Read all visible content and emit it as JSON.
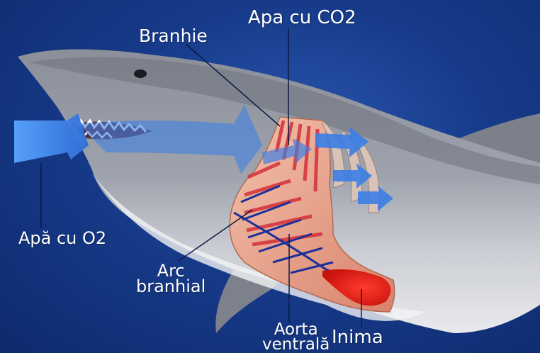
{
  "labels": {
    "branhie": "Branhie",
    "apa_co2": "Apa cu CO2",
    "apa_o2": "Apă cu O2",
    "arc_line1": "Arc",
    "arc_line2": "branhial",
    "aorta_line1": "Aorta",
    "aorta_line2": "ventrală",
    "inima": "Inima"
  },
  "colors": {
    "background": "#173b8a",
    "water_flow": "#4a8ff0",
    "gill_tissue": "#e8a08a",
    "heart": "#e41a1a",
    "vessel": "#1a2f9a"
  }
}
